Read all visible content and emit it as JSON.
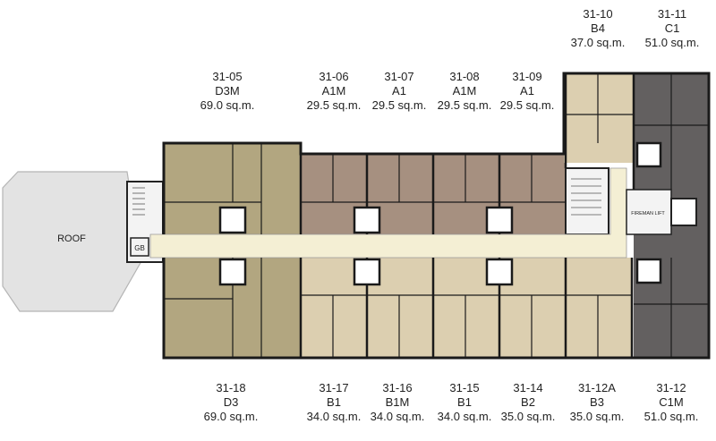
{
  "roof_label": "ROOF",
  "gb_label": "GB",
  "fireman_lift_label": "FIREMAN LIFT",
  "colors": {
    "d_units": "#b2a680",
    "a_units": "#a69080",
    "b_units": "#dccfb0",
    "c_units": "#636060",
    "corridor": "#f4efd4",
    "roof": "#e3e3e3",
    "walls": "#1a1a1a"
  },
  "top_units": [
    {
      "id": "31-05",
      "type": "D3M",
      "area": "69.0 sq.m."
    },
    {
      "id": "31-06",
      "type": "A1M",
      "area": "29.5 sq.m."
    },
    {
      "id": "31-07",
      "type": "A1",
      "area": "29.5 sq.m."
    },
    {
      "id": "31-08",
      "type": "A1M",
      "area": "29.5 sq.m."
    },
    {
      "id": "31-09",
      "type": "A1",
      "area": "29.5 sq.m."
    },
    {
      "id": "31-10",
      "type": "B4",
      "area": "37.0 sq.m."
    },
    {
      "id": "31-11",
      "type": "C1",
      "area": "51.0 sq.m."
    }
  ],
  "bottom_units": [
    {
      "id": "31-18",
      "type": "D3",
      "area": "69.0 sq.m."
    },
    {
      "id": "31-17",
      "type": "B1",
      "area": "34.0 sq.m."
    },
    {
      "id": "31-16",
      "type": "B1M",
      "area": "34.0 sq.m."
    },
    {
      "id": "31-15",
      "type": "B1",
      "area": "34.0 sq.m."
    },
    {
      "id": "31-14",
      "type": "B2",
      "area": "35.0 sq.m."
    },
    {
      "id": "31-12A",
      "type": "B3",
      "area": "35.0 sq.m."
    },
    {
      "id": "31-12",
      "type": "C1M",
      "area": "51.0 sq.m."
    }
  ]
}
